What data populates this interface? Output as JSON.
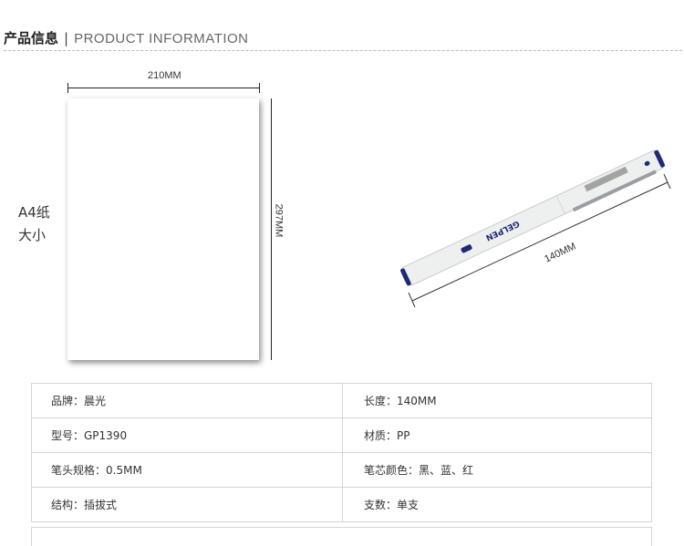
{
  "header": {
    "title_cn": "产品信息",
    "separator": "|",
    "title_en": "PRODUCT INFORMATION"
  },
  "paper": {
    "width_label": "210MM",
    "height_label": "297MM",
    "caption_line1": "A4纸",
    "caption_line2": "大小"
  },
  "pen": {
    "length_label": "140MM",
    "brand_text": "GELPEN",
    "colors": {
      "body": "#eef0ef",
      "cap_end": "#1e2a78"
    }
  },
  "specs": [
    {
      "left": "品牌：晨光",
      "right": "长度：140MM"
    },
    {
      "left": "型号：GP1390",
      "right": "材质：PP"
    },
    {
      "left": "笔头规格：0.5MM",
      "right": "笔芯颜色：黑、蓝、红"
    },
    {
      "left": "结构：插拔式",
      "right": "支数：单支"
    }
  ]
}
